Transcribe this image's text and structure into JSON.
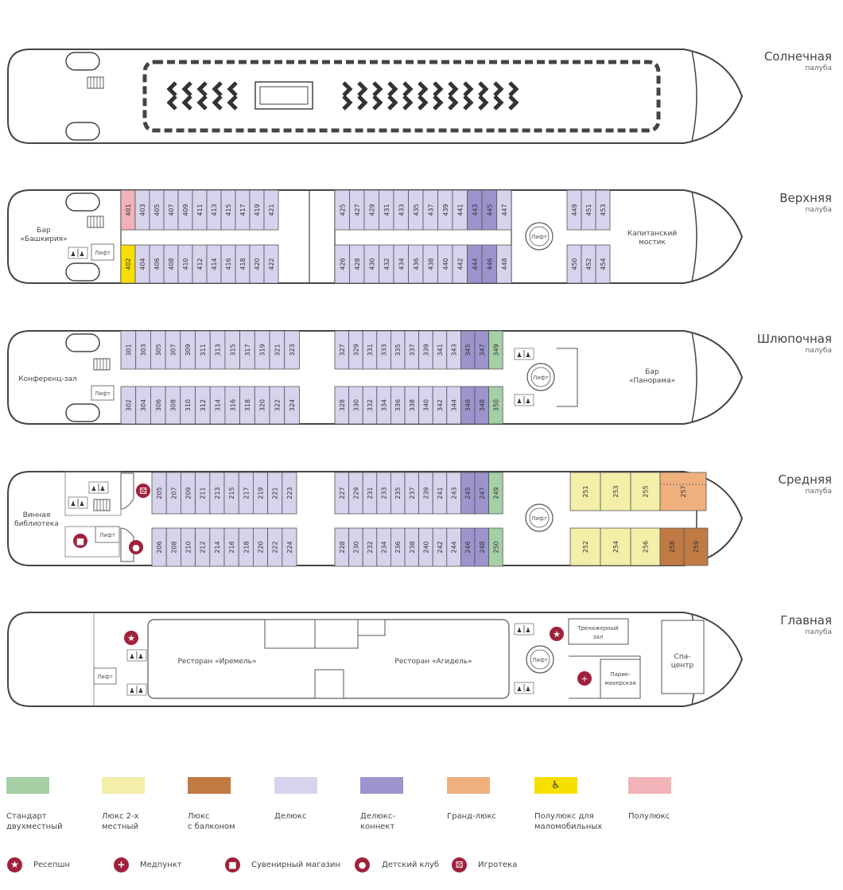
{
  "colors": {
    "standard": "#a6cfa6",
    "lux2": "#f3eea8",
    "lux_balcony": "#c07a44",
    "delux": "#d7d3ec",
    "delux_connect": "#9d93cd",
    "grand_lux": "#efb07e",
    "semi_lux_access": "#f7e000",
    "semi_lux": "#f1b2b8",
    "outline": "#444444",
    "accent_icon": "#a0213c"
  },
  "decks": [
    {
      "name": "Солнечная",
      "sub": "палуба"
    },
    {
      "name": "Верхняя",
      "sub": "палуба"
    },
    {
      "name": "Шлюпочная",
      "sub": "палуба"
    },
    {
      "name": "Средняя",
      "sub": "палуба"
    },
    {
      "name": "Главная",
      "sub": "палуба"
    }
  ],
  "labels": {
    "bar_bashkiria": "Бар\n«Башкирия»",
    "lift": "Лифт",
    "captain_bridge": "Капитанский\nмостик",
    "conference": "Конференц-зал",
    "bar_panorama": "Бар\n«Панорама»",
    "wine_library": "Винная\nбиблиотека",
    "rest_iremel": "Ресторан «Иремель»",
    "rest_agidel": "Ресторан «Агидель»",
    "gym": "Тренажерный\nзал",
    "barber": "Парик-\nмахерская",
    "spa": "Спа-\nцентр"
  },
  "upper": {
    "top_left": [
      "401",
      "403",
      "405",
      "407",
      "409",
      "411",
      "413",
      "415",
      "417",
      "419",
      "421"
    ],
    "bot_left": [
      "402",
      "404",
      "406",
      "408",
      "410",
      "412",
      "414",
      "416",
      "418",
      "420",
      "422"
    ],
    "top_mid": [
      "425",
      "427",
      "429",
      "431",
      "433",
      "435",
      "437",
      "439",
      "441",
      "443",
      "445",
      "447"
    ],
    "bot_mid": [
      "426",
      "428",
      "430",
      "432",
      "434",
      "436",
      "438",
      "440",
      "442",
      "444",
      "446",
      "448"
    ],
    "top_right": [
      "449",
      "451",
      "453"
    ],
    "bot_right": [
      "450",
      "452",
      "454"
    ]
  },
  "boat": {
    "top_left": [
      "301",
      "303",
      "305",
      "307",
      "309",
      "311",
      "313",
      "315",
      "317",
      "319",
      "321",
      "323"
    ],
    "bot_left": [
      "302",
      "304",
      "306",
      "308",
      "310",
      "312",
      "314",
      "316",
      "318",
      "320",
      "322",
      "324"
    ],
    "top_mid": [
      "327",
      "329",
      "331",
      "333",
      "335",
      "337",
      "339",
      "341",
      "343",
      "345",
      "347",
      "349"
    ],
    "bot_mid": [
      "328",
      "330",
      "332",
      "334",
      "336",
      "338",
      "340",
      "342",
      "344",
      "346",
      "348",
      "350"
    ]
  },
  "middle": {
    "top_left": [
      "205",
      "207",
      "209",
      "211",
      "213",
      "215",
      "217",
      "219",
      "221",
      "223"
    ],
    "bot_left": [
      "206",
      "208",
      "210",
      "212",
      "214",
      "216",
      "218",
      "220",
      "222",
      "224"
    ],
    "top_mid": [
      "227",
      "229",
      "231",
      "233",
      "235",
      "237",
      "239",
      "241",
      "243",
      "245",
      "247",
      "249"
    ],
    "bot_mid": [
      "228",
      "230",
      "232",
      "234",
      "236",
      "238",
      "240",
      "242",
      "244",
      "246",
      "248",
      "250"
    ],
    "top_right": [
      "251",
      "253",
      "255",
      "257"
    ],
    "bot_right": [
      "252",
      "254",
      "256",
      "258",
      "259"
    ]
  },
  "legend": [
    {
      "label": "Стандарт\nдвухместный",
      "color": "#a6cfa6"
    },
    {
      "label": "Люкс 2-х\nместный",
      "color": "#f3eea8"
    },
    {
      "label": "Люкс\nс балконом",
      "color": "#c07a44"
    },
    {
      "label": "Делюкс",
      "color": "#d7d3ec"
    },
    {
      "label": "Делюкс-\nконнект",
      "color": "#9d93cd"
    },
    {
      "label": "Гранд-люкс",
      "color": "#efb07e"
    },
    {
      "label": "Полулюкс для\nмаломобильных",
      "color": "#f7e000"
    },
    {
      "label": "Полулюкс",
      "color": "#f1b2b8"
    }
  ],
  "icon_legend": [
    {
      "label": "Ресепшн",
      "icon": "star-icon"
    },
    {
      "label": "Медпункт",
      "icon": "medical-cross-icon"
    },
    {
      "label": "Сувенирный магазин",
      "icon": "gift-icon"
    },
    {
      "label": "Детский клуб",
      "icon": "toy-car-icon"
    },
    {
      "label": "Игротека",
      "icon": "dice-icon"
    }
  ]
}
